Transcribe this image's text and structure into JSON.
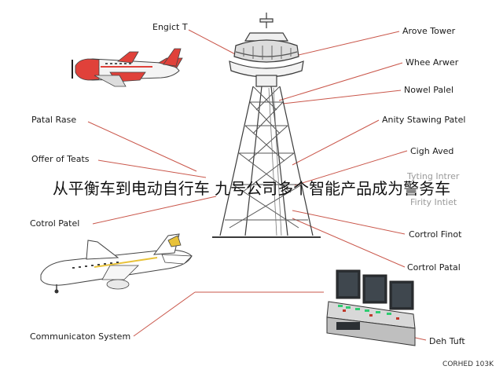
{
  "labels": {
    "engine": "Engict T",
    "above_tower": "Arove Tower",
    "whee_arwer": "Whee Arwer",
    "nowel_palel": "Nowel Palel",
    "anity_stawing": "Anity Stawing Patel",
    "cigh_aved": "Cigh Aved",
    "patal_rase": "Patal Rase",
    "offer_of_teats": "Offer of Teats",
    "tyting_inter": "Tyting Intrer",
    "firity_intiet": "Firity Intiet",
    "cotrol_patel": "Cotrol Patel",
    "control_finot": "Cortrol Finot",
    "control_patal": "Cortrol Patal",
    "communication_system": "Communicaton System",
    "deh_tuft": "Deh Tuft"
  },
  "caption": "从平衡车到电动自行车 九号公司多个智能产品成为警务车",
  "footer": "CORHED 103K",
  "colors": {
    "leader_line": "#c0392b",
    "plane_red": "#e0413a",
    "tower_stroke": "#3a3a3a",
    "console_dark": "#2b2f33",
    "console_green": "#2ecc71"
  }
}
